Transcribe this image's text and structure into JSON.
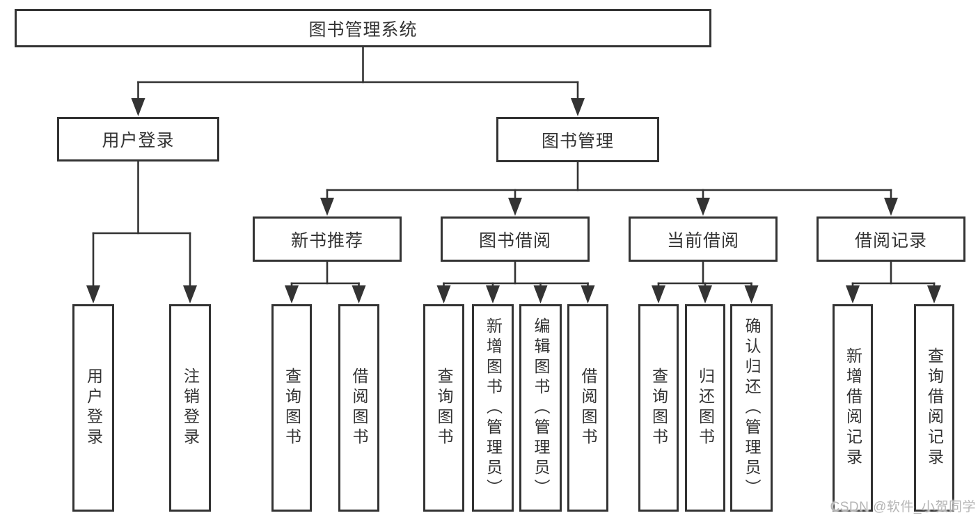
{
  "diagram_title": "图书管理系统",
  "nodes": [
    {
      "id": "root",
      "label": "图书管理系统"
    },
    {
      "id": "user-login",
      "label": "用户登录",
      "parent": "root"
    },
    {
      "id": "book-mgmt",
      "label": "图书管理",
      "parent": "root"
    },
    {
      "id": "new-book-rec",
      "label": "新书推荐",
      "parent": "book-mgmt"
    },
    {
      "id": "book-borrowing",
      "label": "图书借阅",
      "parent": "book-mgmt"
    },
    {
      "id": "current-borrowing",
      "label": "当前借阅",
      "parent": "book-mgmt"
    },
    {
      "id": "borrowing-records",
      "label": "借阅记录",
      "parent": "book-mgmt"
    },
    {
      "id": "leaf-user-login",
      "label": "用户登录",
      "parent": "user-login"
    },
    {
      "id": "leaf-logout",
      "label": "注销登录",
      "parent": "user-login"
    },
    {
      "id": "nbr-query-books",
      "label": "查询图书",
      "parent": "new-book-rec"
    },
    {
      "id": "nbr-borrow-books",
      "label": "借阅图书",
      "parent": "new-book-rec"
    },
    {
      "id": "bb-query-books",
      "label": "查询图书",
      "parent": "book-borrowing"
    },
    {
      "id": "bb-add-books-admin",
      "label": "新增图书（管理员）",
      "parent": "book-borrowing"
    },
    {
      "id": "bb-edit-books-admin",
      "label": "编辑图书（管理员）",
      "parent": "book-borrowing"
    },
    {
      "id": "bb-borrow-books",
      "label": "借阅图书",
      "parent": "book-borrowing"
    },
    {
      "id": "cb-query-books",
      "label": "查询图书",
      "parent": "current-borrowing"
    },
    {
      "id": "cb-return-books",
      "label": "归还图书",
      "parent": "current-borrowing"
    },
    {
      "id": "cb-confirm-return-admin",
      "label": "确认归还（管理员）",
      "parent": "current-borrowing"
    },
    {
      "id": "br-add-record",
      "label": "新增借阅记录",
      "parent": "borrowing-records"
    },
    {
      "id": "br-query-record",
      "label": "查询借阅记录",
      "parent": "borrowing-records"
    }
  ],
  "watermark": {
    "text": "CSDN @软件_小贺同学"
  },
  "colors": {
    "line": "#333333",
    "text": "#333333",
    "background": "#ffffff",
    "watermark": "#b5b5b5"
  }
}
